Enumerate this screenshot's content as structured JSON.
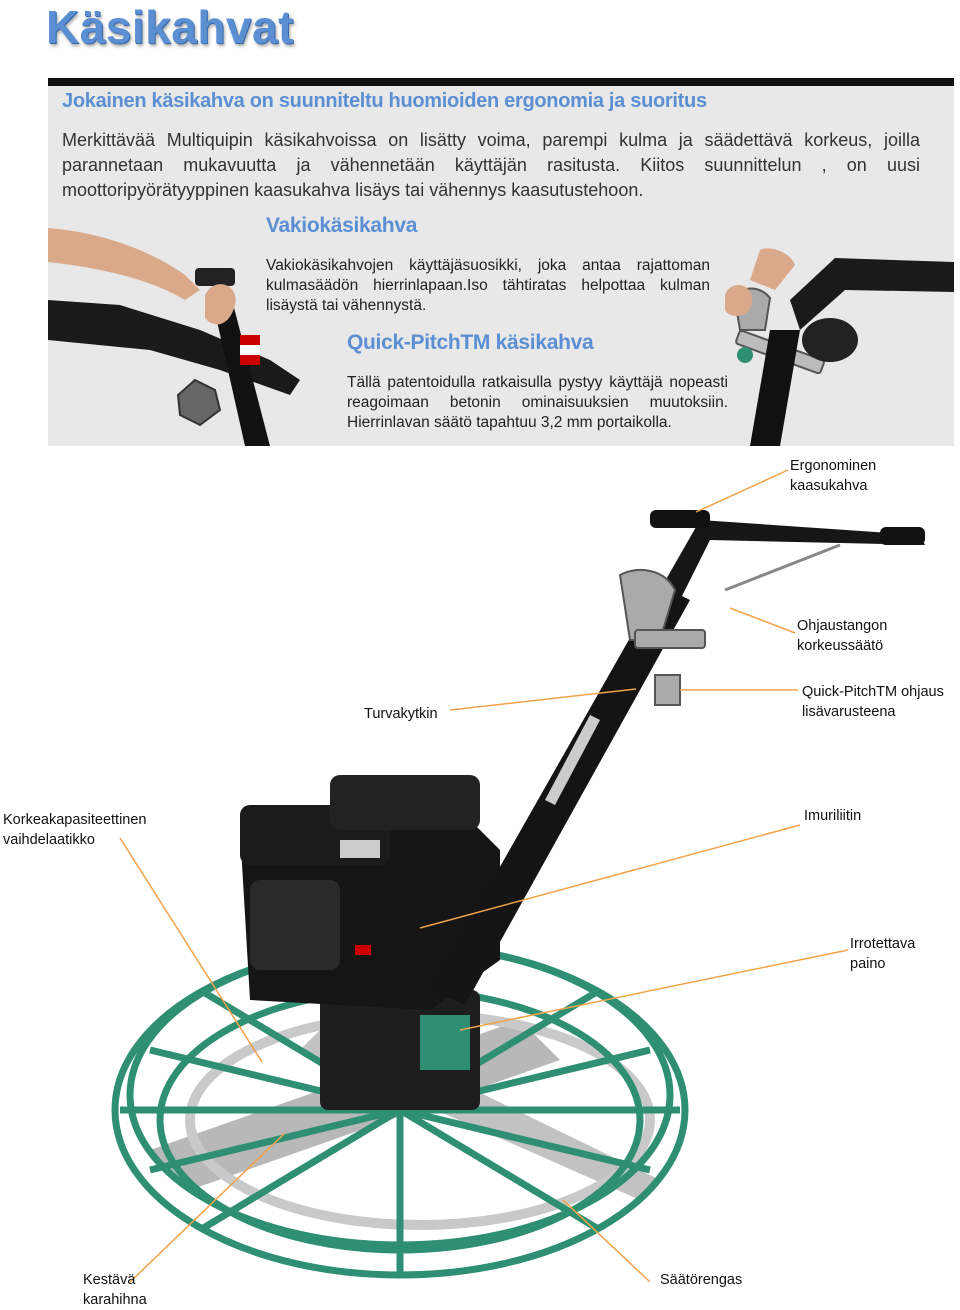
{
  "page": {
    "title": "Käsikahvat",
    "subtitle": "Jokainen käsikahva on suunniteltu huomioiden ergonomia ja suoritus",
    "intro": "Merkittävää Multiquipin käsikahvoissa on lisätty voima, parempi kulma ja säädettävä korkeus, joilla parannetaan mukavuutta ja vähennetään käyttäjän rasitusta. Kiitos suunnittelun , on uusi moottoripyörätyyppinen kaasukahva lisäys tai vähennys kaasutustehoon."
  },
  "sections": {
    "standard": {
      "heading": "Vakiokäsikahva",
      "text": "Vakiokäsikahvojen käyttäjäsuosikki, joka antaa rajattoman kulmasäädön hierrinlapaan.Iso tähtiratas helpottaa kulman lisäystä tai vähennystä."
    },
    "quickpitch": {
      "heading": "Quick-PitchTM käsikahva",
      "text": "Tällä patentoidulla ratkaisulla pystyy käyttäjä nopeasti reagoimaan betonin ominaisuuksien muutoksiin. Hierrinlavan säätö tapahtuu 3,2 mm portaikolla."
    }
  },
  "labels": {
    "throttle": "Ergonominen kaasukahva",
    "height": "Ohjaustangon korkeussäätö",
    "safety": "Turvakytkin",
    "quickpitch": "Quick-PitchTM ohjaus lisävarusteena",
    "gearbox": "Korkeakapasiteettinen vaihdelaatikko",
    "vacuum": "Imuriliitin",
    "weight": "Irrotettava paino",
    "belt": "Kestävä karahihna",
    "ring": "Säätörengas"
  },
  "colors": {
    "heading": "#5b8fd4",
    "panel": "#e8e8e8",
    "leader": "#f2a24a",
    "frame": "#2f8f72"
  }
}
